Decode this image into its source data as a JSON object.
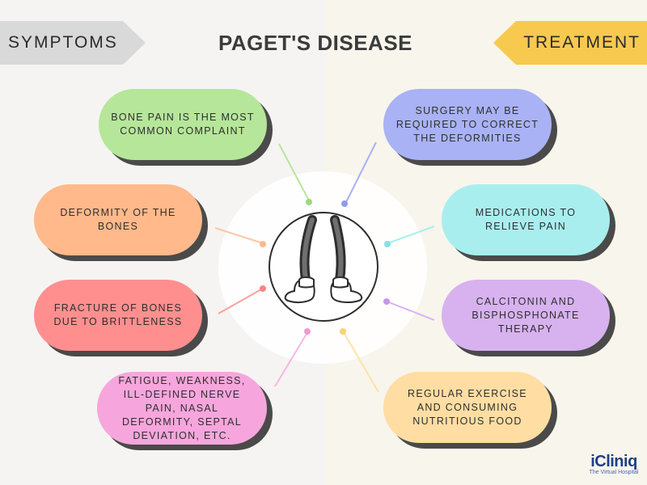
{
  "title": "PAGET'S DISEASE",
  "left_banner": "SYMPTOMS",
  "right_banner": "TREATMENT",
  "symptoms": [
    {
      "text": "BONE PAIN IS THE MOST COMMON COMPLAINT",
      "color": "#b6e69a"
    },
    {
      "text": "DEFORMITY OF THE BONES",
      "color": "#ffb98b"
    },
    {
      "text": "FRACTURE OF BONES DUE TO BRITTLENESS",
      "color": "#ff8f8f"
    },
    {
      "text": "FATIGUE, WEAKNESS, ILL-DEFINED NERVE PAIN, NASAL DEFORMITY, SEPTAL DEVIATION, ETC.",
      "color": "#f6a6dc"
    }
  ],
  "treatments": [
    {
      "text": "SURGERY MAY BE REQUIRED TO CORRECT THE DEFORMITIES",
      "color": "#a9b2f5"
    },
    {
      "text": "MEDICATIONS TO RELIEVE PAIN",
      "color": "#a9eeef"
    },
    {
      "text": "CALCITONIN AND BISPHOSPHONATE THERAPY",
      "color": "#d7b2ef"
    },
    {
      "text": "REGULAR EXERCISE AND CONSUMING NUTRITIOUS FOOD",
      "color": "#ffdda3"
    }
  ],
  "center_icon": "legs-with-boots-icon",
  "logo": {
    "name": "iCliniq",
    "tagline": "The Virtual Hospital"
  }
}
